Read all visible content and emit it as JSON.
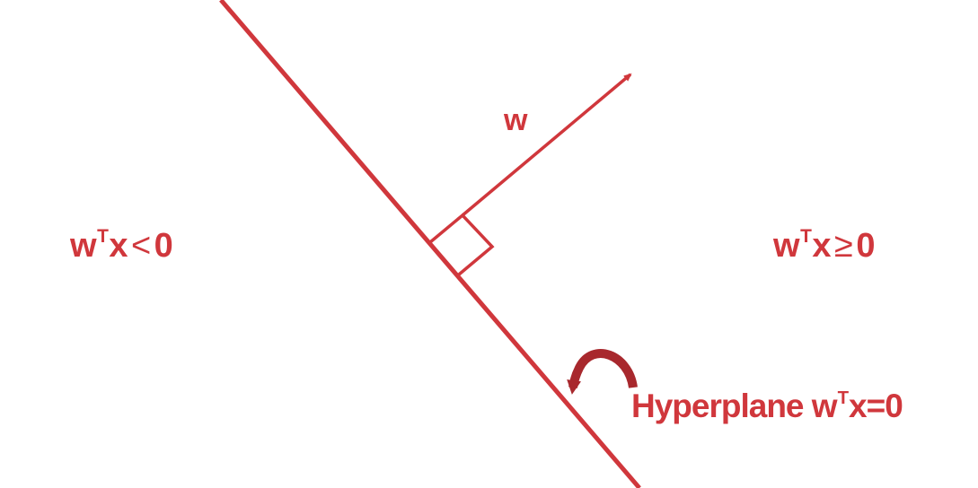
{
  "colors": {
    "accent": "#d0373c",
    "accent_dark": "#a8282d",
    "background": "#ffffff"
  },
  "labels": {
    "vector": "w",
    "left_region": {
      "base": "w",
      "superscript": "T",
      "variable": "x",
      "operator": "<",
      "value": "0"
    },
    "right_region": {
      "base": "w",
      "superscript": "T",
      "variable": "x",
      "operator": "≥",
      "value": "0"
    },
    "hyperplane": {
      "prefix": "Hyperplane w",
      "superscript": "T",
      "suffix": "x=0"
    }
  }
}
